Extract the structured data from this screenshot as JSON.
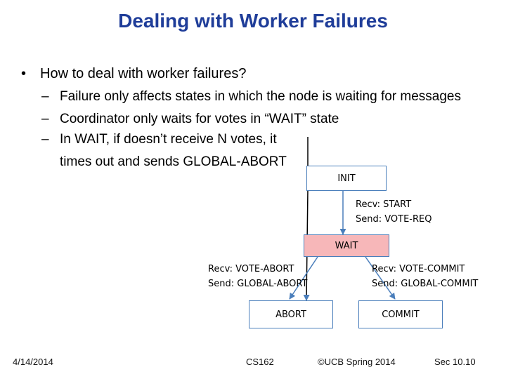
{
  "slide": {
    "title": "Dealing with Worker Failures",
    "bullets": {
      "main": "How to deal with worker failures?",
      "sub1": "Failure only affects states in which the node is waiting for messages",
      "sub2": "Coordinator only waits for votes in “WAIT” state",
      "sub3": "In WAIT, if doesn’t receive N votes, it times out and sends GLOBAL-ABORT"
    }
  },
  "diagram": {
    "states": {
      "init": "INIT",
      "wait": "WAIT",
      "abort": "ABORT",
      "commit": "COMMIT"
    },
    "transitions": {
      "init_to_wait": {
        "recv": "Recv: START",
        "send": "Send: VOTE-REQ"
      },
      "wait_to_abort": {
        "recv": "Recv: VOTE-ABORT",
        "send": "Send: GLOBAL-ABORT"
      },
      "wait_to_commit": {
        "recv": "Recv: VOTE-COMMIT",
        "send": "Send: GLOBAL-COMMIT"
      }
    },
    "colors": {
      "state_border": "#4a7ebb",
      "wait_fill": "#f7b7b9",
      "title": "#1f3d99"
    }
  },
  "footer": {
    "date": "4/14/2014",
    "course": "CS162",
    "copyright": "©UCB Spring 2014",
    "section": "Sec 10.10"
  }
}
